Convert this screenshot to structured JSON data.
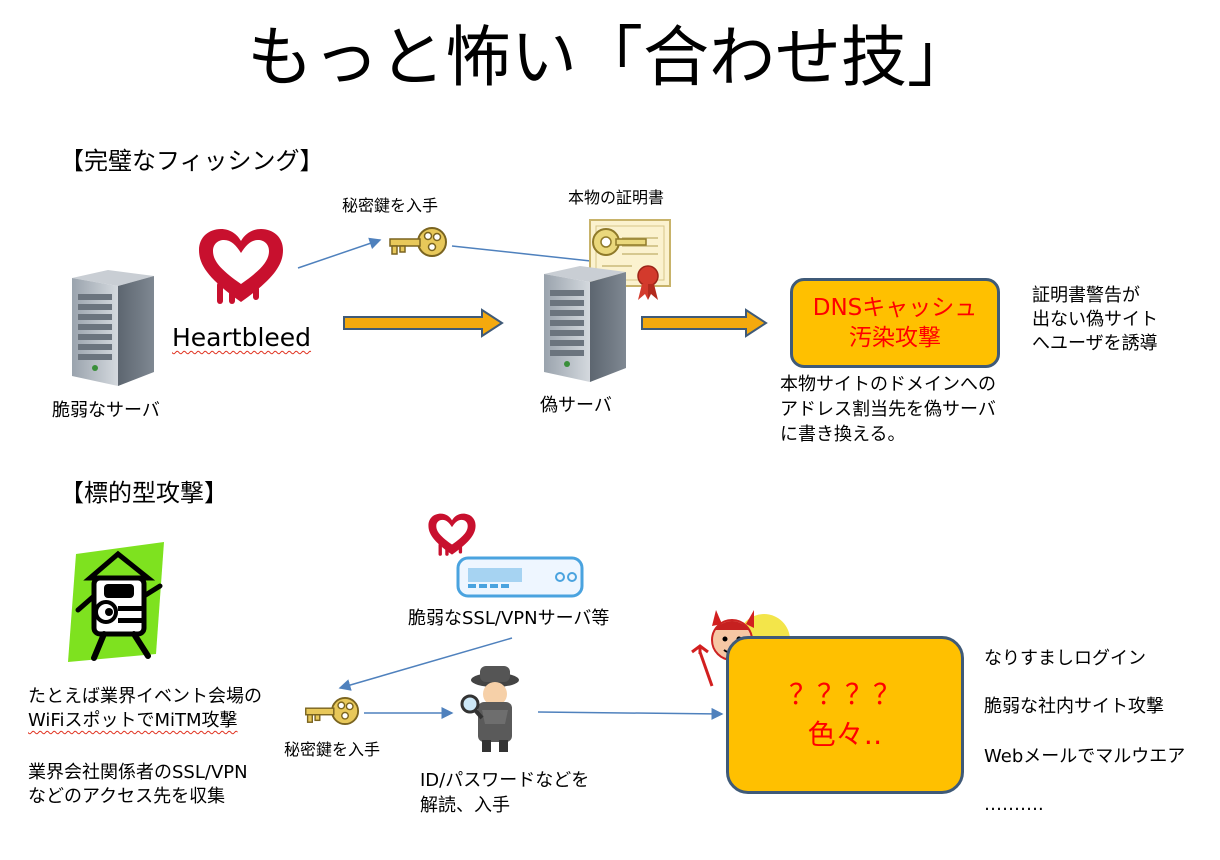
{
  "title": "もっと怖い「合わせ技」",
  "section1": {
    "heading": "【完璧なフィッシング】",
    "heartbleed_label": "Heartbleed",
    "vulnerable_server_label": "脆弱なサーバ",
    "secret_key_label": "秘密鍵を入手",
    "genuine_cert_label": "本物の証明書",
    "fake_server_label": "偽サーバ",
    "dns_box": {
      "line1": "DNSキャッシュ",
      "line2": "汚染攻撃"
    },
    "dns_desc": [
      "本物サイトのドメインへの",
      "アドレス割当先を偽サーバ",
      "に書き換える。"
    ],
    "result": [
      "証明書警告が",
      "出ない偽サイト",
      "へユーザを誘導"
    ]
  },
  "section2": {
    "heading": "【標的型攻撃】",
    "vpn_label": "脆弱なSSL/VPNサーバ等",
    "left_text1": [
      "たとえば業界イベント会場の",
      "WiFiスポットでMiTM攻撃"
    ],
    "left_text2": [
      "業界会社関係者のSSL/VPN",
      "などのアクセス先を収集"
    ],
    "secret_key_label": "秘密鍵を入手",
    "spy_text": [
      "ID/パスワードなどを",
      "解読、入手"
    ],
    "box": {
      "line1": "？？？？",
      "line2": "色々‥"
    },
    "outcomes": [
      "なりすましログイン",
      "脆弱な社内サイト攻撃",
      "Webメールでマルウエア",
      "………."
    ]
  },
  "colors": {
    "accent_box": "#ffc000",
    "box_border": "#3f5a78",
    "box_text": "#ff0000",
    "heartbleed_red": "#c8102e",
    "arrow_fill": "#f4a90d",
    "connector_blue": "#4f81bd"
  },
  "icons": [
    "server-icon",
    "heartbleed-icon",
    "key-icon",
    "certificate-icon",
    "router-icon",
    "hacker-character-icon",
    "spy-icon",
    "devil-icon"
  ]
}
